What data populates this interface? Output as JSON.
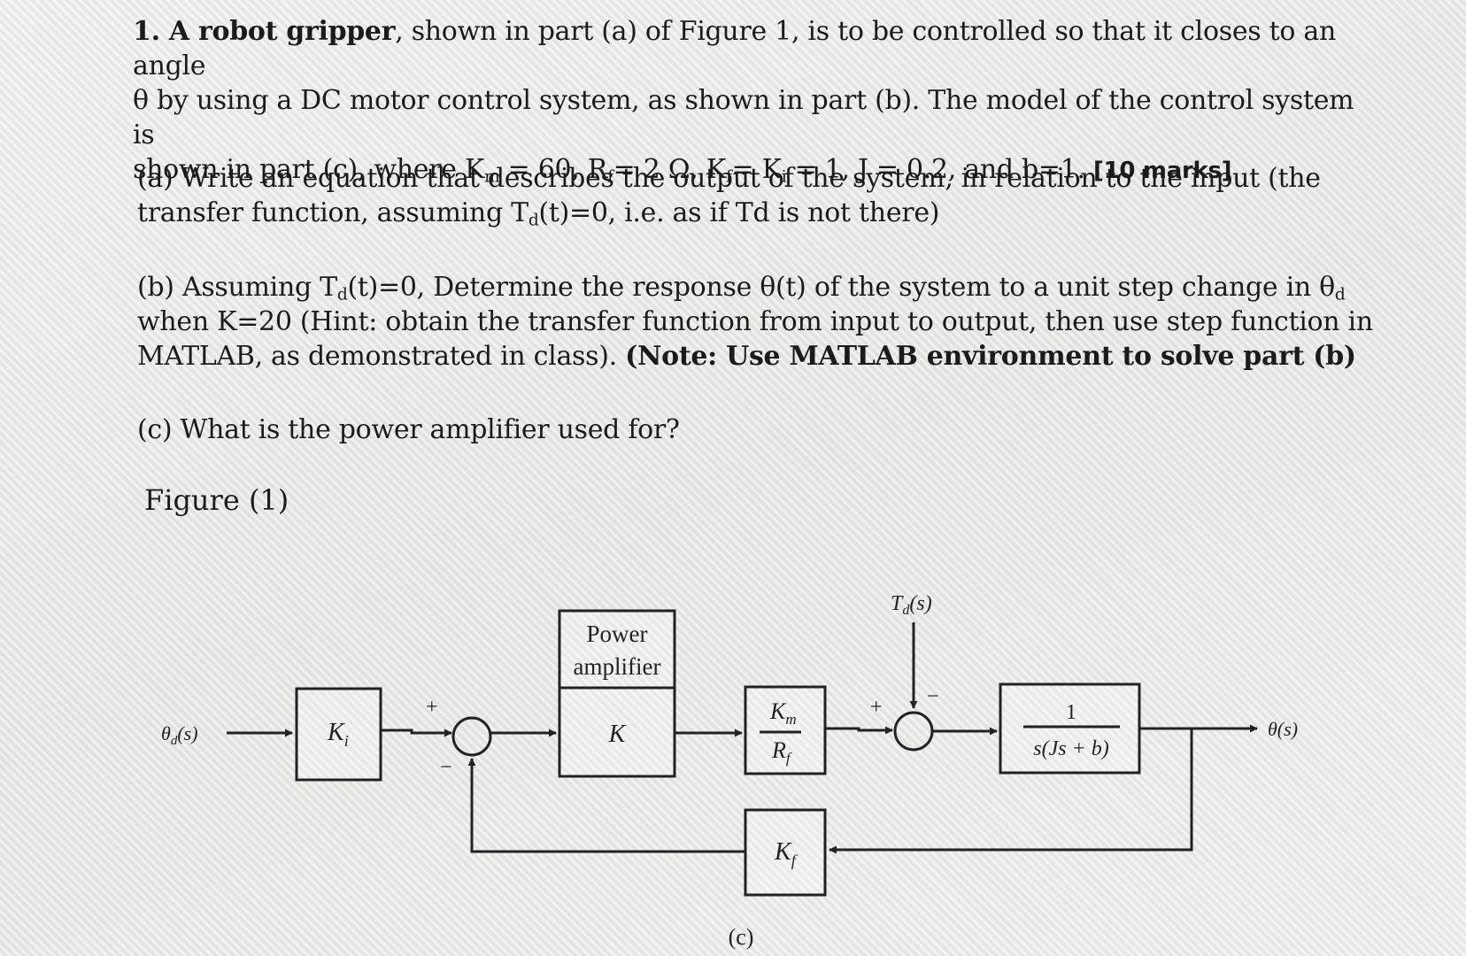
{
  "question": {
    "line1_lead": "1. A robot gripper",
    "line1_rest": ", shown in part (a) of Figure 1, is to be controlled so that it closes to an angle",
    "line2": "θ by using a DC motor control system, as shown in part (b). The model of the control system is",
    "line3_pre": "shown in part (c), where K",
    "sub_m": "m",
    "line3_a": " = 60, R",
    "sub_f": "f",
    "line3_b": "= 2 Ω, K",
    "line3_c": "= K",
    "sub_i": "i",
    "line3_d": " = 1, J = 0.2, and b=1. ",
    "marks": "[10 marks]"
  },
  "part_a": {
    "line1": "(a) Write an equation that describes the output of the system, in relation to the input (the",
    "line2_pre": "transfer function, assuming T",
    "sub_d": "d",
    "line2_post": "(t)=0, i.e. as if Td is not there)"
  },
  "part_b": {
    "line1_pre": "(b) Assuming T",
    "sub_d": "d",
    "line1_mid": "(t)=0, Determine the response θ(t) of the system to a unit step change in θ",
    "sub_d2": "d",
    "line2": "when K=20 (Hint: obtain the transfer function from input to output, then use step function in",
    "line3_pre": "MATLAB, as demonstrated in class). ",
    "line3_note": "(Note: Use MATLAB environment to solve part (b)"
  },
  "part_c": {
    "text": "(c) What is the power amplifier used for?"
  },
  "figure_label": "Figure (1)",
  "diagram": {
    "input_label": "θ",
    "input_sub": "d",
    "input_arg": "(s)",
    "ki_base": "K",
    "ki_sub": "i",
    "sum1_plus": "+",
    "sum1_minus": "−",
    "amp_title1": "Power",
    "amp_title2": "amplifier",
    "amp_gain": "K",
    "km_num_base": "K",
    "km_num_sub": "m",
    "km_den_base": "R",
    "km_den_sub": "f",
    "dist_base": "T",
    "dist_sub": "d",
    "dist_arg": "(s)",
    "sum2_plus": "+",
    "sum2_minus": "−",
    "plant_num": "1",
    "plant_den": "s(Js + b)",
    "output_label": "θ(s)",
    "kf_base": "K",
    "kf_sub": "f",
    "caption": "(c)"
  }
}
